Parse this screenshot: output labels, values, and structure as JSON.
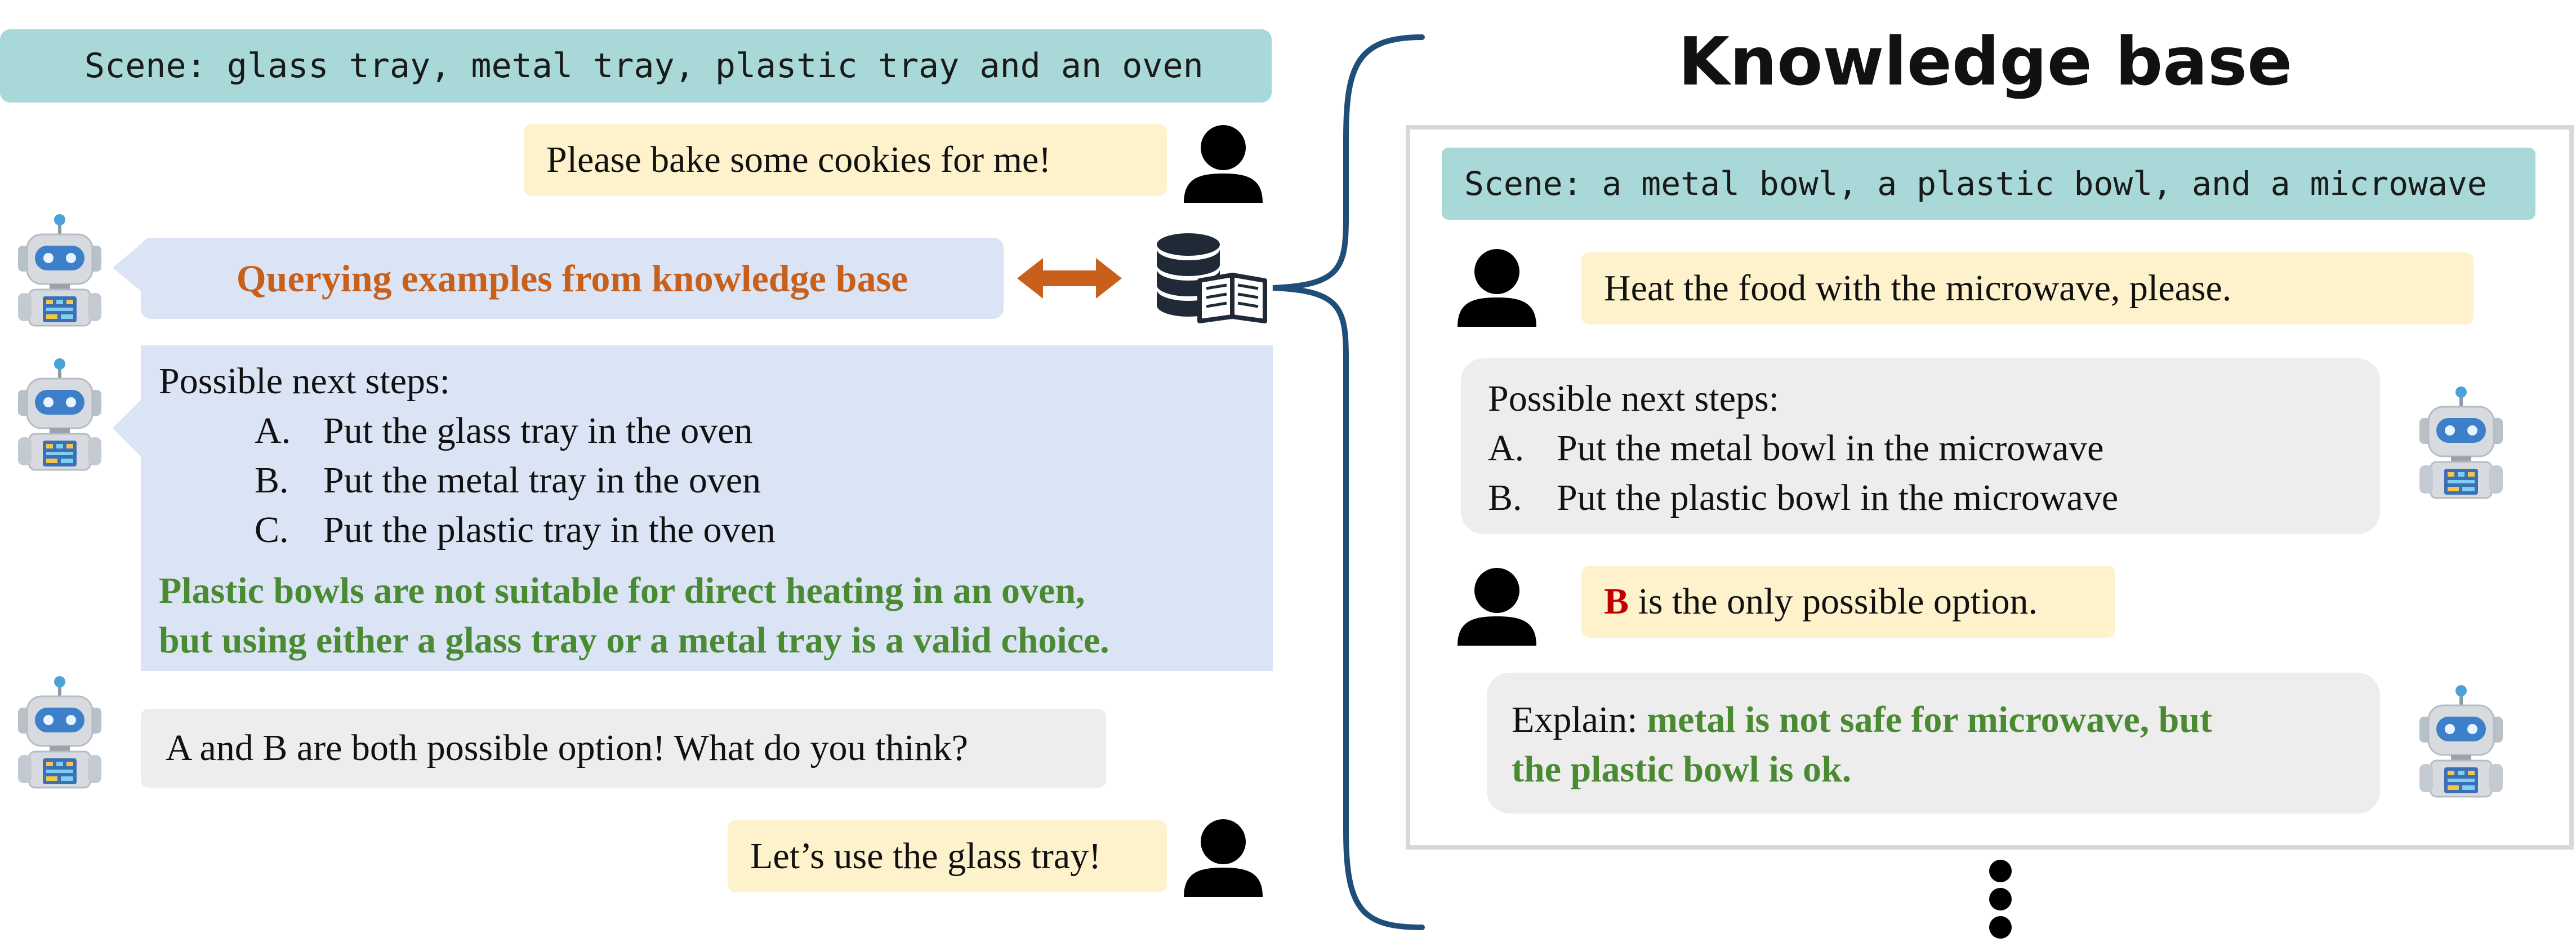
{
  "left_scene": "Scene: glass tray, metal tray, plastic tray and an oven",
  "left_user_1": "Please bake some cookies for me!",
  "query_text": "Querying examples from knowledge base",
  "steps_heading": "Possible next steps:",
  "steps": [
    {
      "letter": "A.",
      "text": "Put the glass tray in the oven"
    },
    {
      "letter": "B.",
      "text": "Put the metal tray in the oven"
    },
    {
      "letter": "C.",
      "text": "Put the plastic tray in the oven"
    }
  ],
  "reasoning_line1": "Plastic bowls are not suitable for direct heating in an oven,",
  "reasoning_line2": "but using either a glass tray or a metal tray is a valid choice.",
  "robot_question": "A and B are both possible option! What do you think?",
  "left_user_2": "Let’s use the glass tray!",
  "kb_title": "Knowledge base",
  "kb_scene": "Scene: a metal bowl, a plastic bowl, and a microwave",
  "kb_user_1": "Heat the food with the microwave, please.",
  "kb_steps_heading": "Possible next steps:",
  "kb_steps": [
    {
      "letter": "A.",
      "text": "Put the metal bowl in the microwave"
    },
    {
      "letter": "B.",
      "text": "Put the plastic bowl in the microwave"
    }
  ],
  "kb_answer_letter": "B",
  "kb_answer_rest": " is the only possible option.",
  "kb_explain_label": "Explain: ",
  "kb_explain_line1": "metal is not safe for microwave, but",
  "kb_explain_line2": "the plastic bowl is ok.",
  "colors": {
    "scene_bg": "#a8d8d7",
    "user_bg": "#fdf2cc",
    "robot_grey_bg": "#ededed",
    "robot_blue_bg": "#dae4f4",
    "query_orange": "#c8601c",
    "reason_green": "#4a8a32",
    "answer_red": "#c00000",
    "brace": "#1f4e79"
  },
  "icons": [
    "robot-icon",
    "user-icon",
    "database-book-icon",
    "double-arrow-icon",
    "curly-brace",
    "vertical-ellipsis-icon"
  ]
}
